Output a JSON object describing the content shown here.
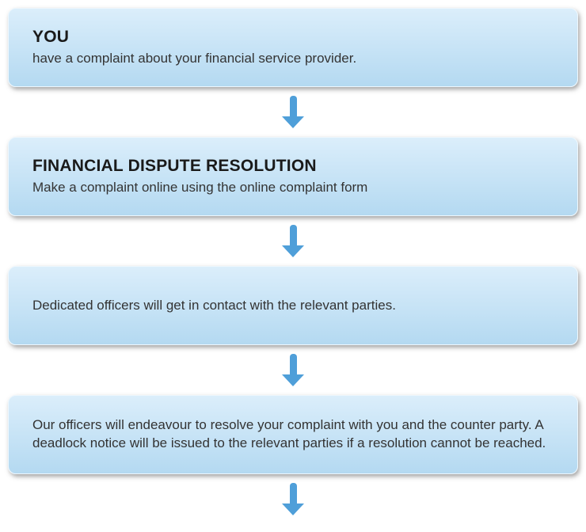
{
  "colors": {
    "box_top": "#dbeefb",
    "box_bottom": "#b4d9f1",
    "arrow": "#4f9fd9"
  },
  "flow": {
    "steps": [
      {
        "title": "YOU",
        "body": "have a complaint about your financial service provider."
      },
      {
        "title": "FINANCIAL DISPUTE RESOLUTION",
        "body": "Make a complaint online using the online complaint form"
      },
      {
        "body": "Dedicated officers will get in contact with the relevant parties."
      },
      {
        "body": "Our officers will endeavour to resolve your complaint with you and the counter party. A deadlock notice will be issued to the relevant parties if a resolution cannot be reached."
      }
    ]
  }
}
